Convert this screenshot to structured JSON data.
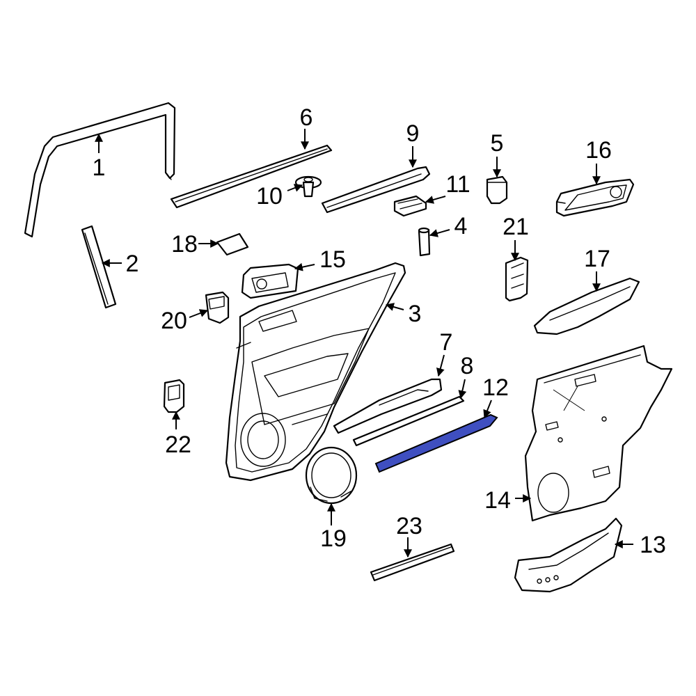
{
  "callouts": {
    "c1": "1",
    "c2": "2",
    "c3": "3",
    "c4": "4",
    "c5": "5",
    "c6": "6",
    "c7": "7",
    "c8": "8",
    "c9": "9",
    "c10": "10",
    "c11": "11",
    "c12": "12",
    "c13": "13",
    "c14": "14",
    "c15": "15",
    "c16": "16",
    "c17": "17",
    "c18": "18",
    "c19": "19",
    "c20": "20",
    "c21": "21",
    "c22": "22",
    "c23": "23"
  },
  "highlight_part": "12",
  "colors": {
    "highlight": "#3f4fc0",
    "line": "#000000",
    "background": "#ffffff"
  }
}
